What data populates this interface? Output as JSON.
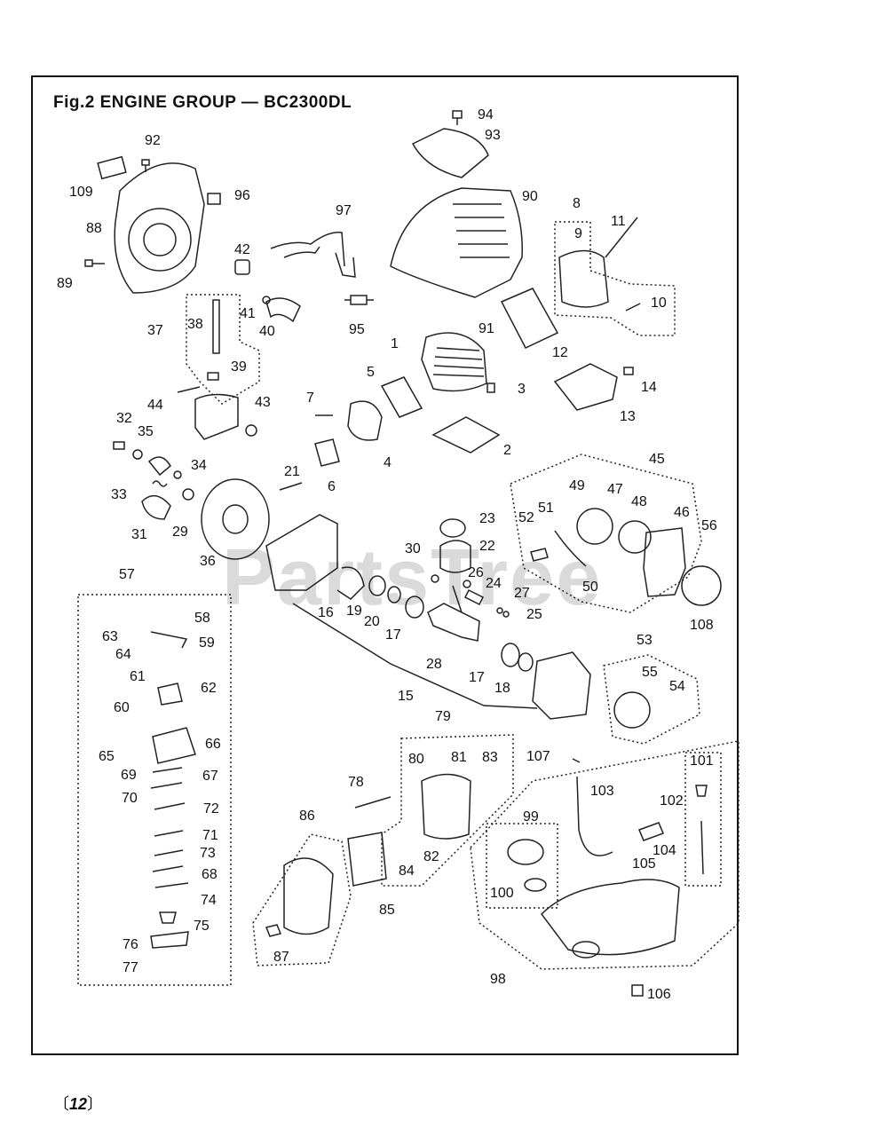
{
  "title": "Fig.2 ENGINE GROUP — BC2300DL",
  "watermark": "PartsTree",
  "page_number": "12",
  "page_bracket_left": "〔",
  "page_bracket_right": "〕",
  "callouts": [
    "1",
    "2",
    "3",
    "4",
    "5",
    "6",
    "7",
    "8",
    "9",
    "10",
    "11",
    "12",
    "13",
    "14",
    "15",
    "16",
    "17",
    "17",
    "18",
    "19",
    "20",
    "21",
    "22",
    "23",
    "24",
    "25",
    "26",
    "27",
    "28",
    "29",
    "30",
    "31",
    "32",
    "33",
    "34",
    "35",
    "36",
    "37",
    "38",
    "39",
    "40",
    "41",
    "42",
    "43",
    "44",
    "45",
    "46",
    "47",
    "48",
    "49",
    "50",
    "51",
    "52",
    "53",
    "54",
    "55",
    "56",
    "57",
    "58",
    "59",
    "60",
    "61",
    "62",
    "63",
    "64",
    "65",
    "66",
    "67",
    "68",
    "69",
    "70",
    "71",
    "72",
    "73",
    "74",
    "75",
    "76",
    "77",
    "78",
    "79",
    "80",
    "81",
    "82",
    "83",
    "84",
    "85",
    "86",
    "87",
    "88",
    "89",
    "90",
    "91",
    "92",
    "93",
    "94",
    "95",
    "96",
    "97",
    "98",
    "99",
    "100",
    "101",
    "102",
    "103",
    "104",
    "105",
    "106",
    "107",
    "108",
    "109"
  ]
}
